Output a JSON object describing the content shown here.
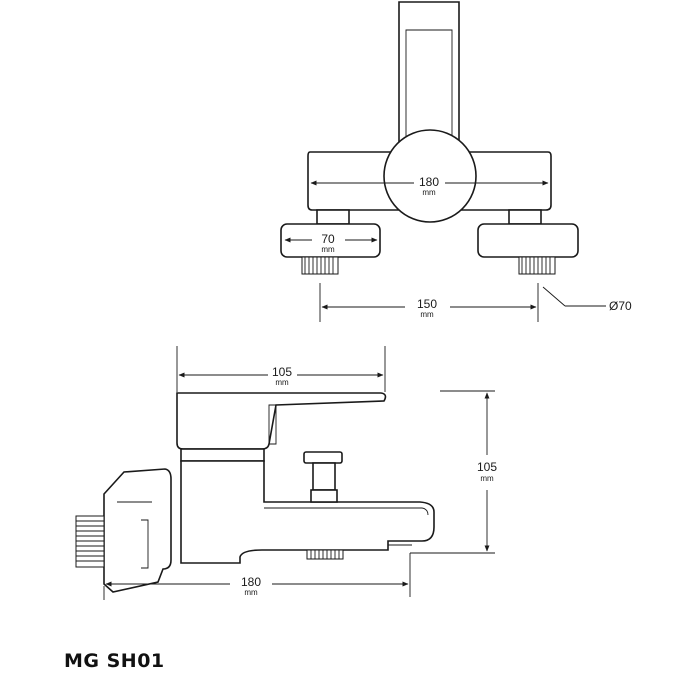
{
  "model_label": "MG SH01",
  "dimensions": {
    "top_width": {
      "value": "180",
      "unit": "mm"
    },
    "escutcheon_diameter": {
      "value": "70",
      "unit": "mm"
    },
    "inlet_centers": {
      "value": "150",
      "unit": "mm"
    },
    "escutcheon_callout": "Ø70",
    "handle_length": {
      "value": "105",
      "unit": "mm"
    },
    "body_height": {
      "value": "105",
      "unit": "mm"
    },
    "body_length": {
      "value": "180",
      "unit": "mm"
    }
  },
  "colors": {
    "line": "#1a1a1a",
    "background": "#ffffff"
  }
}
